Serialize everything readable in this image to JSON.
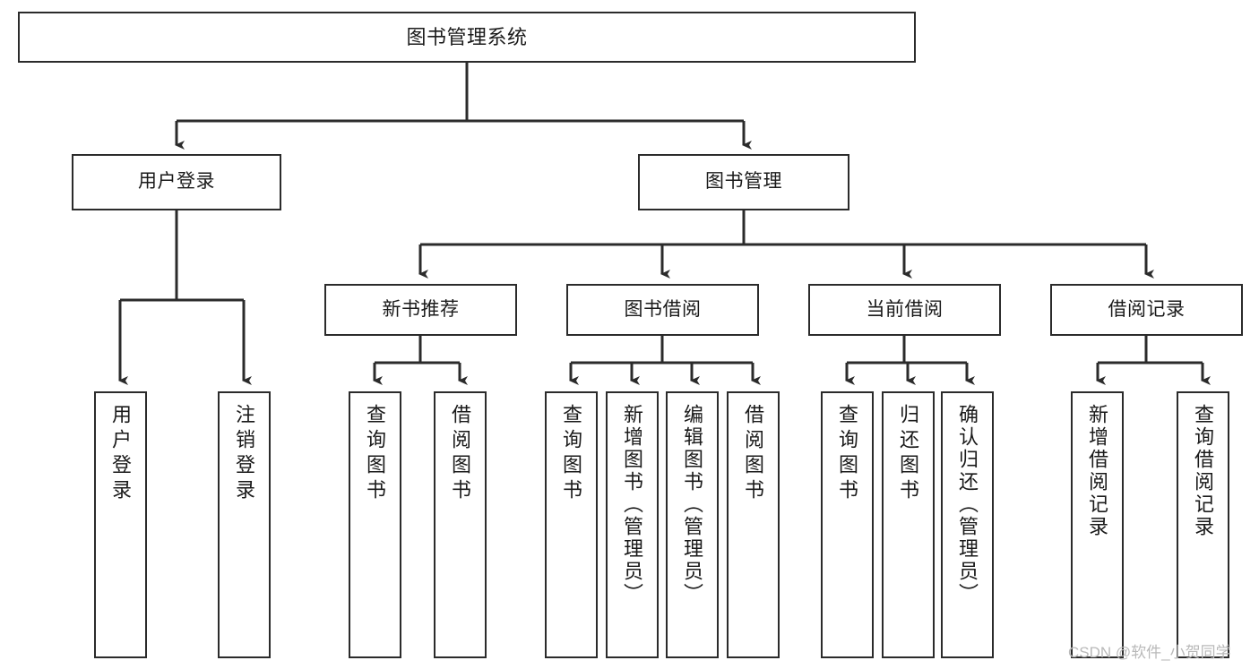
{
  "diagram": {
    "type": "tree",
    "title": "图书管理系统",
    "orientation": "top-down",
    "levels": 4,
    "colors": {
      "node_border": "#2b2b2b",
      "node_fill": "#ffffff",
      "connector": "#2b2b2b",
      "text": "#1a1a1a",
      "watermark": "#b9b9b9",
      "background": "#ffffff"
    }
  },
  "root": {
    "label": "图书管理系统"
  },
  "level2": [
    {
      "label": "用户登录"
    },
    {
      "label": "图书管理"
    }
  ],
  "level3": [
    {
      "label": "新书推荐"
    },
    {
      "label": "图书借阅"
    },
    {
      "label": "当前借阅"
    },
    {
      "label": "借阅记录"
    }
  ],
  "leaves": {
    "user_login": [
      {
        "label": "用户登录"
      },
      {
        "label": "注销登录"
      }
    ],
    "new_book_recommend": [
      {
        "label": "查询图书"
      },
      {
        "label": "借阅图书"
      }
    ],
    "book_borrow": [
      {
        "label": "查询图书"
      },
      {
        "label": "新增图书（管理员）"
      },
      {
        "label": "编辑图书（管理员）"
      },
      {
        "label": "借阅图书"
      }
    ],
    "current_borrow": [
      {
        "label": "查询图书"
      },
      {
        "label": "归还图书"
      },
      {
        "label": "确认归还（管理员）"
      }
    ],
    "borrow_record": [
      {
        "label": "新增借阅记录"
      },
      {
        "label": "查询借阅记录"
      }
    ]
  },
  "watermark": {
    "text": "CSDN @软件_小贺同学"
  }
}
